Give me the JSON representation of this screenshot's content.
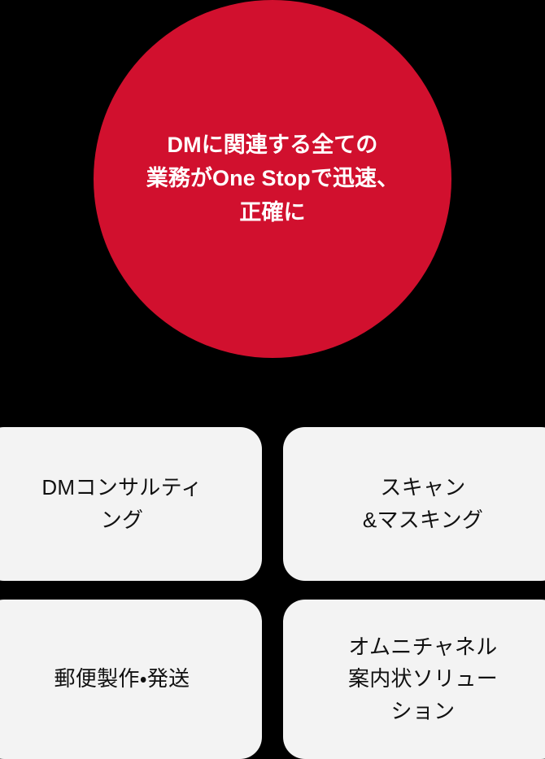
{
  "colors": {
    "background": "#000000",
    "circle_fill": "#D1102E",
    "circle_text": "#FFFFFF",
    "card_fill": "#F3F3F3",
    "card_text": "#111111"
  },
  "hero": {
    "name": "one-stop-circle",
    "text": "DMに関連する全ての\n業務がOne Stopで迅速、\n正確に",
    "lines": [
      "DMに関連する全ての",
      "業務がOne Stopで迅速、",
      "正確に"
    ]
  },
  "cards": [
    {
      "id": "dm-consulting",
      "label": "DMコンサルティ\nング",
      "lines": [
        "DMコンサルティ",
        "ング"
      ]
    },
    {
      "id": "scan-masking",
      "label": "スキャン\n&マスキング",
      "lines": [
        "スキャン",
        "&マスキング"
      ]
    },
    {
      "id": "mail-production-shipping",
      "label": "郵便製作・発送",
      "lines": [
        "郵便製作・発送"
      ]
    },
    {
      "id": "omnichannel-invitation-solution",
      "label": "オムニチャネル\n案内状ソリュー\nション",
      "lines": [
        "オムニチャネル",
        "案内状ソリュー",
        "ション"
      ]
    }
  ]
}
